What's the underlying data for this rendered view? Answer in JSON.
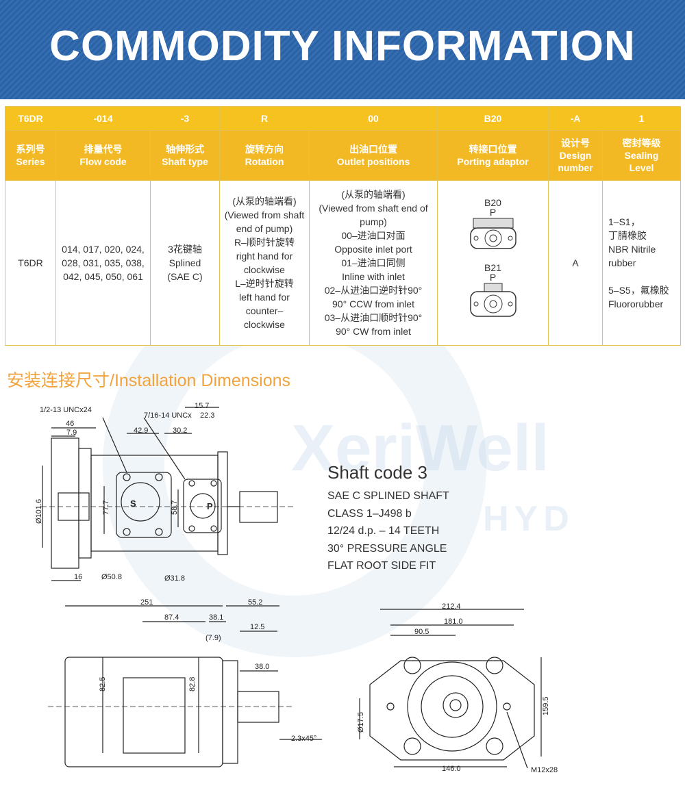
{
  "banner": {
    "title": "COMMODITY INFORMATION"
  },
  "watermark": {
    "brand": "XeriWell",
    "sub": "HYD"
  },
  "spec_table": {
    "codes": [
      "T6DR",
      "-014",
      "-3",
      "R",
      "00",
      "B20",
      "-A",
      "1"
    ],
    "headers": [
      [
        "系列号",
        "Series"
      ],
      [
        "排量代号",
        "Flow code"
      ],
      [
        "轴伸形式",
        "Shaft type"
      ],
      [
        "旋转方向",
        "Rotation"
      ],
      [
        "出油口位置",
        "Outlet positions"
      ],
      [
        "转接口位置",
        "Porting adaptor"
      ],
      [
        "设计号",
        "Design",
        "number"
      ],
      [
        "密封等级",
        "Sealing",
        "Level"
      ]
    ],
    "series": "T6DR",
    "flow_codes": [
      "014, 017, 020, 024,",
      "028, 031, 035, 038,",
      "042, 045, 050, 061"
    ],
    "shaft_type": [
      "3花键轴",
      "Splined",
      "(SAE C)"
    ],
    "rotation": [
      "(从泵的轴端看)",
      "(Viewed from shaft",
      "end of pump)",
      "R–顺时针旋转",
      "right hand for",
      "clockwise",
      "L–逆时针旋转",
      "left hand for",
      "counter–",
      "clockwise"
    ],
    "outlet": [
      "(从泵的轴端看)",
      "(Viewed from shaft end of",
      "pump)",
      "00–进油口对面",
      "Opposite inlet port",
      "01–进油口同侧",
      "Inline with inlet",
      "02–从进油口逆时针90°",
      "90° CCW from inlet",
      "03–从进油口顺时针90°",
      "90° CW from inlet"
    ],
    "porting": {
      "b20": "B20",
      "b21": "B21",
      "p": "P"
    },
    "design": "A",
    "sealing": [
      "1–S1，",
      "丁腈橡胶",
      "NBR Nitrile",
      "rubber",
      "",
      "5–S5，氟橡胶",
      "Fluororubber"
    ]
  },
  "installation": {
    "title": "安装连接尺寸/Installation Dimensions",
    "shaft_title": "Shaft code 3",
    "shaft_lines": [
      "SAE C SPLINED SHAFT",
      "CLASS 1–J498 b",
      "12/24 d.p. – 14 TEETH",
      "30°  PRESSURE ANGLE",
      "FLAT ROOT SIDE FIT"
    ],
    "dims": {
      "unc1": "1/2-13 UNCx24",
      "unc2": "7/16-14 UNCx",
      "unc2b": "22.3",
      "d15_7": "15.7",
      "d46": "46",
      "d7_9": "7.9",
      "d42_9": "42.9",
      "d30_2": "30.2",
      "d101_6": "Ø101.6",
      "d77_7": "77.7",
      "d58_7": "58.7",
      "d16": "16",
      "d50_8": "Ø50.8",
      "d31_8": "Ø31.8",
      "s": "S",
      "p": "P",
      "d251": "251",
      "d55_2": "55.2",
      "d87_4": "87.4",
      "d38_1": "38.1",
      "d12_5": "12.5",
      "d7_9b": "(7.9)",
      "d38_0": "38.0",
      "d82_5": "82.5",
      "d82_8": "82.8",
      "d2_3": "2.3x45°",
      "d212_4": "212.4",
      "d181": "181.0",
      "d90_5": "90.5",
      "d159_5": "159.5",
      "d17_5": "Ø17.5",
      "d146": "146.0",
      "m12": "M12x28"
    }
  }
}
